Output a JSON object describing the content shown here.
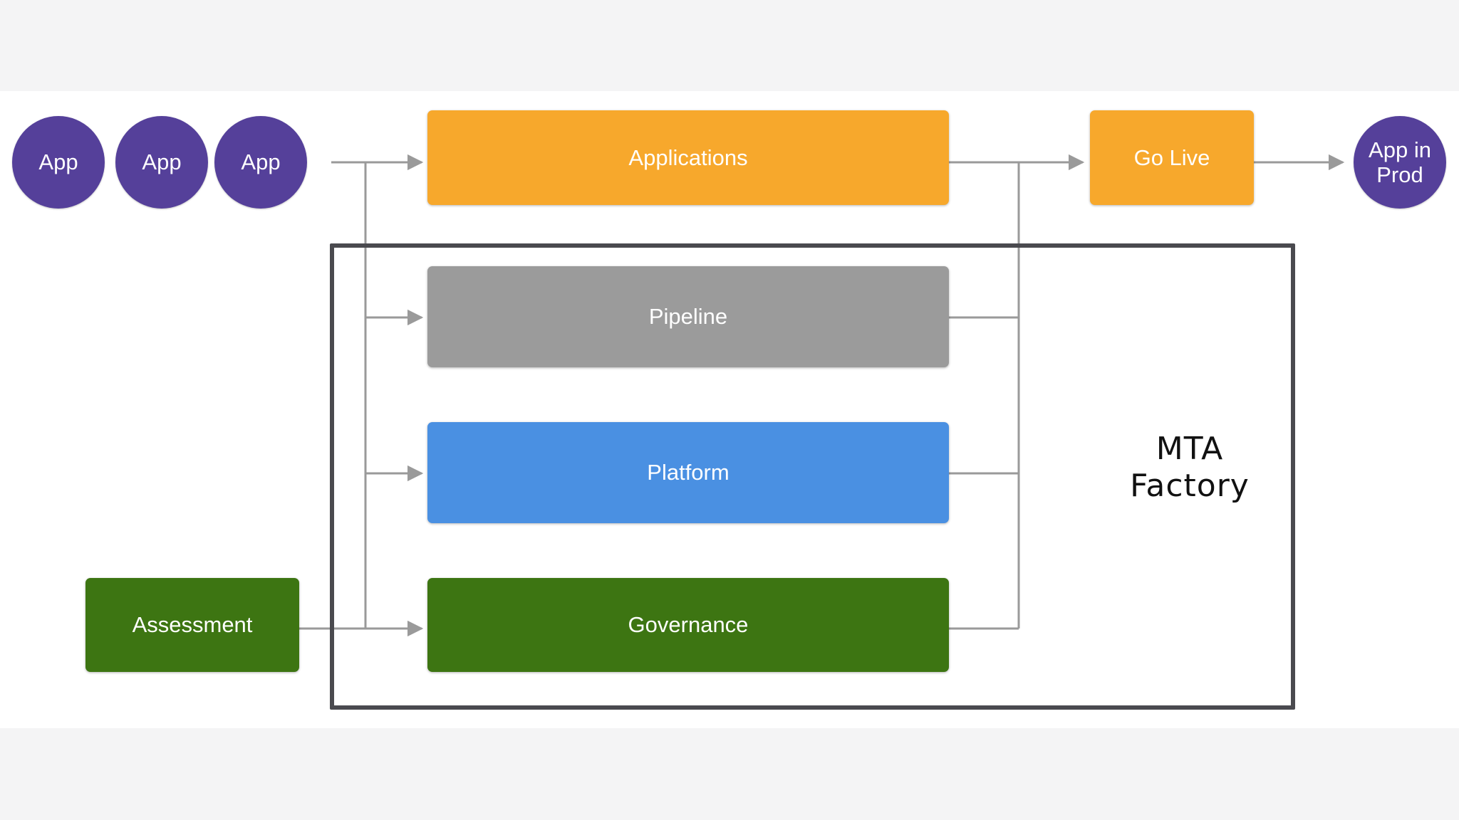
{
  "diagram": {
    "title": "MTA Factory",
    "background": "#ffffff",
    "band_color": "#f4f4f5",
    "connector_color": "#9a9a9a",
    "frame_color": "#4a4a4f"
  },
  "sources": {
    "apps": [
      {
        "label": "App",
        "color": "#55409a"
      },
      {
        "label": "App",
        "color": "#55409a"
      },
      {
        "label": "App",
        "color": "#55409a"
      }
    ],
    "assessment": {
      "label": "Assessment",
      "color": "#3d7512"
    }
  },
  "stages": {
    "applications": {
      "label": "Applications",
      "color": "#f7a82c"
    },
    "pipeline": {
      "label": "Pipeline",
      "color": "#9b9b9b"
    },
    "platform": {
      "label": "Platform",
      "color": "#4a90e2"
    },
    "governance": {
      "label": "Governance",
      "color": "#3d7512"
    },
    "go_live": {
      "label": "Go Live",
      "color": "#f7a82c"
    }
  },
  "outputs": {
    "app_in_prod": {
      "label": "App in\nProd",
      "color": "#55409a"
    }
  },
  "frame": {
    "label": "MTA\nFactory"
  }
}
